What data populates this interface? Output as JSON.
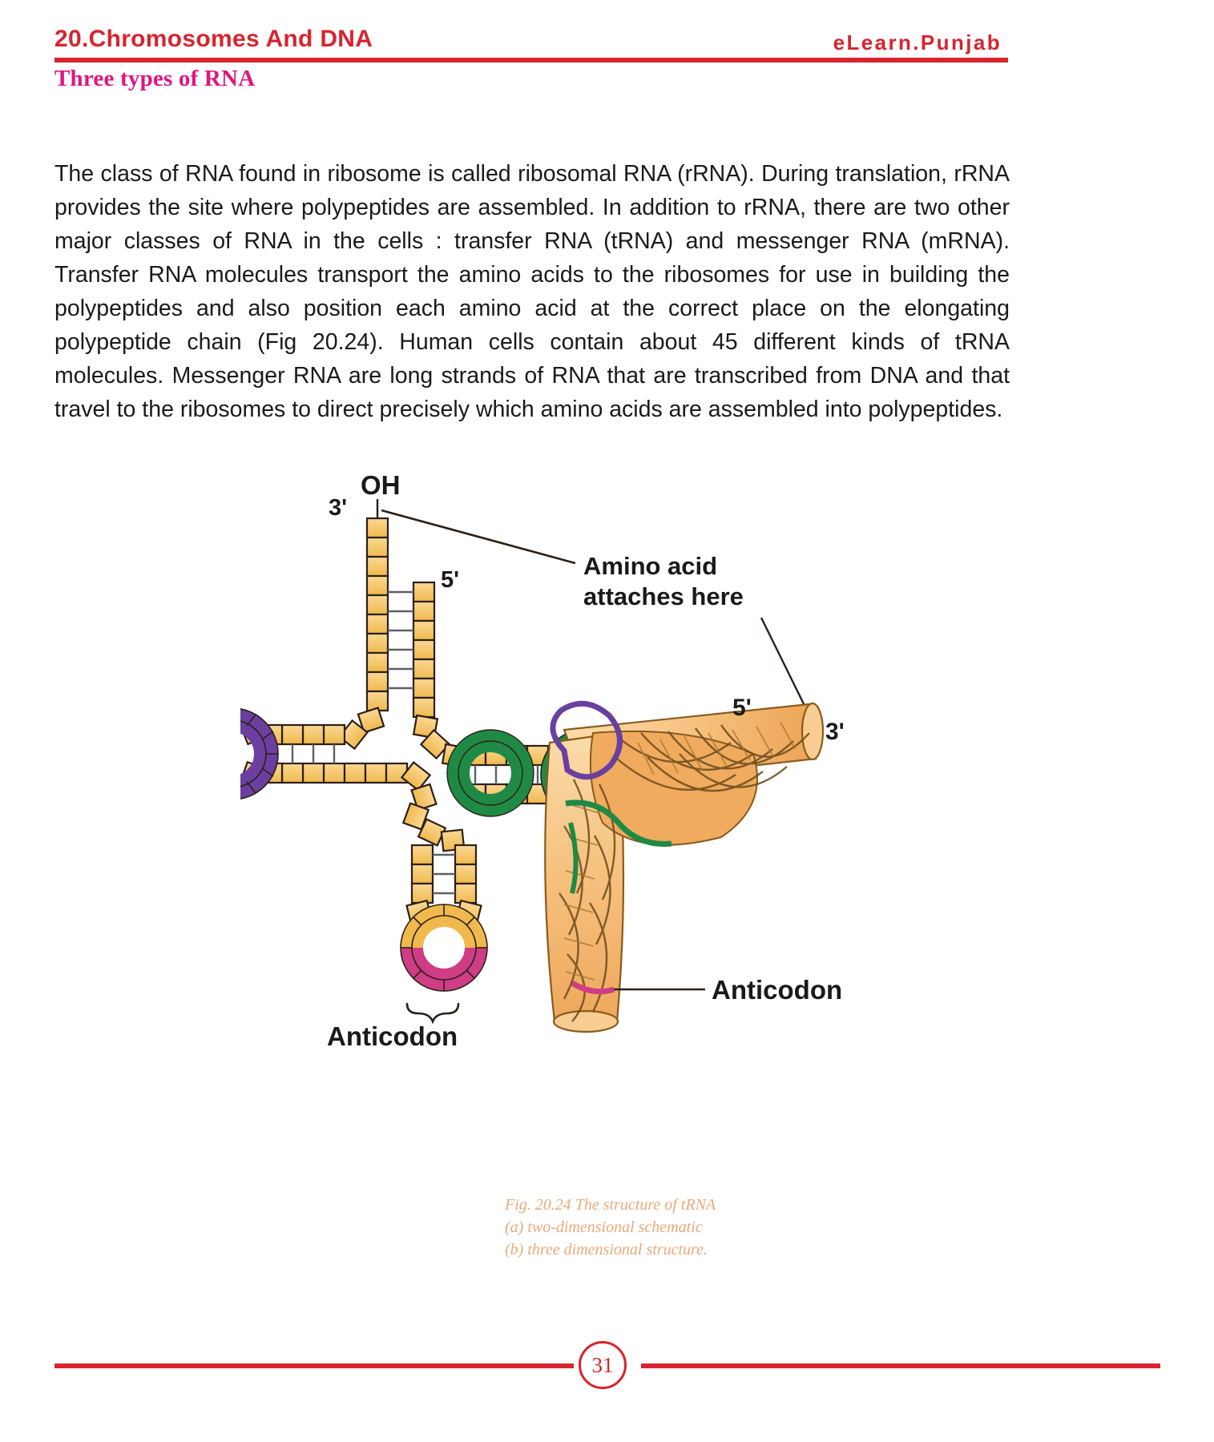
{
  "header": {
    "chapter_title": "20.Chromosomes And DNA",
    "brand": "eLearn.Punjab",
    "section_heading": "Three types of RNA",
    "rule_color": "#d8242f",
    "heading_color": "#e0157f"
  },
  "body": {
    "paragraph": "The class of RNA found in ribosome is called ribosomal RNA (rRNA). During translation, rRNA provides the site where polypeptides are assembled. In addition to rRNA, there are two other major classes of RNA in the cells : transfer RNA (tRNA) and messenger RNA (mRNA). Transfer RNA molecules transport the amino acids to the ribosomes for use in building the polypeptides and also position each amino acid at the correct place on the elongating polypeptide chain (Fig 20.24). Human cells contain about 45 different kinds of tRNA molecules. Messenger RNA are long strands of RNA that are transcribed from DNA and that travel to the ribosomes to direct precisely which amino acids are assembled into polypeptides."
  },
  "figure": {
    "labels": {
      "oh": "OH",
      "three_prime_a": "3'",
      "five_prime_a": "5'",
      "amino_acid_line1": "Amino acid",
      "amino_acid_line2": "attaches here",
      "anticodon_a": "Anticodon",
      "five_prime_b": "5'",
      "three_prime_b": "3'",
      "anticodon_b": "Anticodon"
    },
    "colors": {
      "backbone": "#f5c268",
      "backbone_light": "#fad89b",
      "outline": "#2b2018",
      "d_loop_purple": "#6b3fa0",
      "t_loop_green": "#1f8a45",
      "anticodon_pink": "#ce3d85",
      "ribbon_body": "#f2b870",
      "ribbon_light": "#f9d9a5",
      "ribbon_outline": "#8a5a1e"
    },
    "caption_line1": "Fig. 20.24 The structure of tRNA",
    "caption_line2": "(a) two-dimensional schematic",
    "caption_line3": "(b) three dimensional structure.",
    "caption_color": "#e9a97a"
  },
  "footer": {
    "page_number": "31",
    "rule_color": "#d8242f"
  }
}
